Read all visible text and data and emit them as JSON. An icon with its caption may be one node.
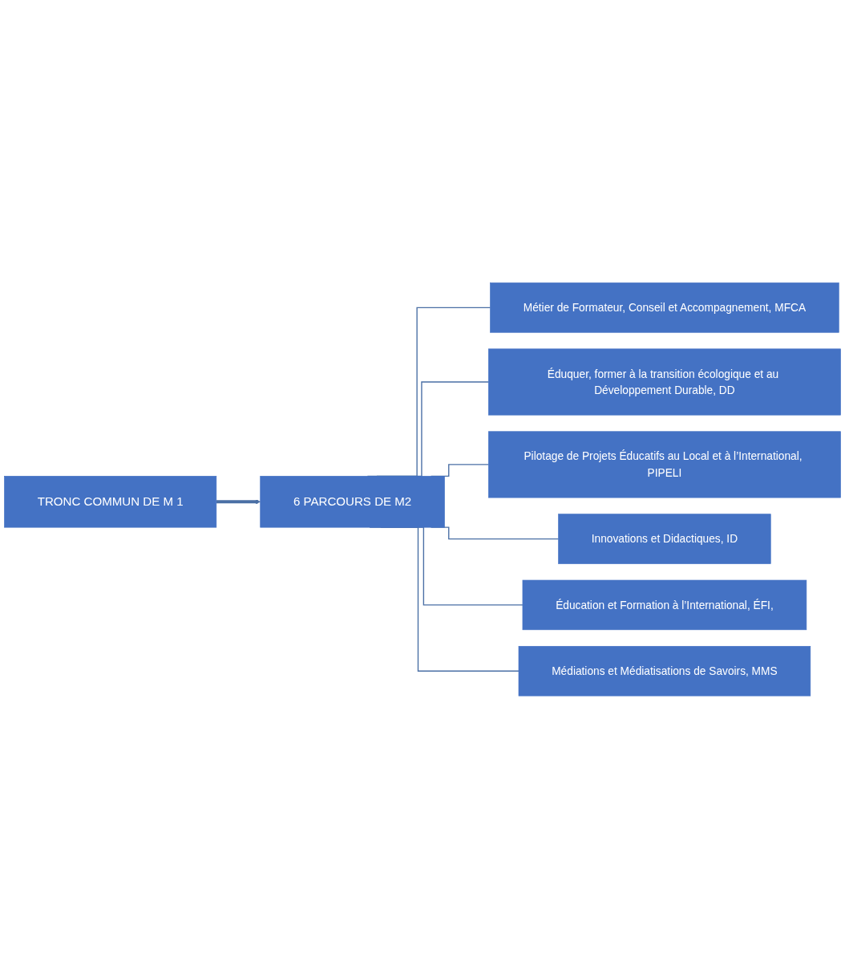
{
  "diagram": {
    "nodes": [
      {
        "text": [
          "TRONC COMMUN DE M 1"
        ]
      },
      {
        "text": [
          "6 PARCOURS DE M2"
        ]
      },
      {
        "text": [
          "Métier de Formateur, Conseil et Accompagnement, MFCA"
        ]
      },
      {
        "text": [
          "Éduquer, former à la transition écologique et au Développement Durable, DD"
        ]
      },
      {
        "text": [
          "Pilotage de Projets Éducatifs au Local et à l’International, PIPELI"
        ]
      },
      {
        "text": [
          "Innovations et Didactiques, ID"
        ]
      },
      {
        "text": [
          "Éducation et Formation à l’International, ÉFI,"
        ]
      },
      {
        "text": [
          "Médiations et Médiatisations de Savoirs, MMS"
        ]
      }
    ],
    "edges": [
      {
        "from": 0,
        "to": 1,
        "arrow": "to",
        "style": "thick"
      },
      {
        "from": 1,
        "to": 2,
        "arrow": "none"
      },
      {
        "from": 1,
        "to": 3,
        "arrow": "none"
      },
      {
        "from": 1,
        "to": 4,
        "arrow": "none"
      },
      {
        "from": 1,
        "to": 5,
        "arrow": "none"
      },
      {
        "from": 1,
        "to": 6,
        "arrow": "none"
      },
      {
        "from": 1,
        "to": 7,
        "arrow": "none"
      }
    ]
  }
}
